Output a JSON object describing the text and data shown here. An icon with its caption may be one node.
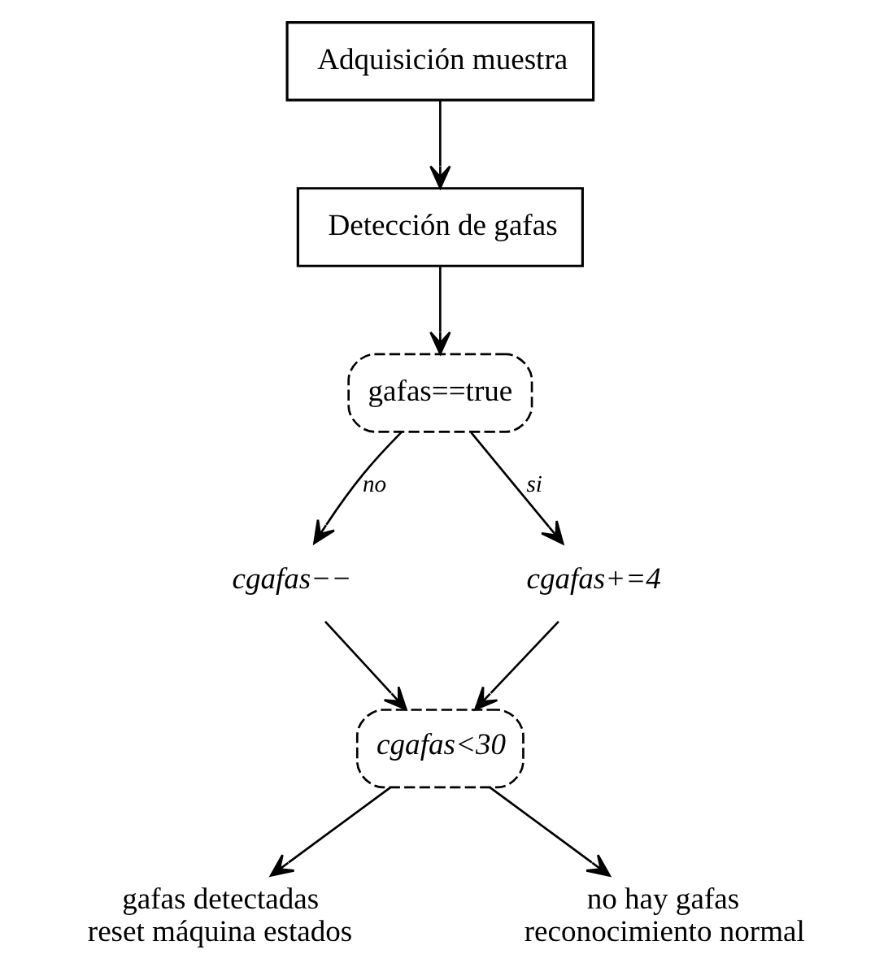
{
  "diagram": {
    "nodes": [
      {
        "text": [
          "Adquisición muestra"
        ]
      },
      {
        "text": [
          "Detección de gafas"
        ]
      },
      {
        "text": [
          "gafas==true"
        ]
      },
      {
        "text": [
          "cgafas−−"
        ]
      },
      {
        "text": [
          "cgafas+=4"
        ]
      },
      {
        "text": [
          "cgafas<30"
        ]
      },
      {
        "text": [
          "gafas detectadas reset máquina estados"
        ]
      },
      {
        "text": [
          "no hay gafas reconocimiento normal"
        ]
      }
    ],
    "edges": [
      {
        "from": 0,
        "to": 1,
        "arrow": "to"
      },
      {
        "from": 1,
        "to": 2,
        "arrow": "to"
      },
      {
        "from": 2,
        "to": 3,
        "arrow": "to",
        "label": "no"
      },
      {
        "from": 2,
        "to": 4,
        "arrow": "to",
        "label": "si"
      },
      {
        "from": 3,
        "to": 5,
        "arrow": "to"
      },
      {
        "from": 4,
        "to": 5,
        "arrow": "to"
      },
      {
        "from": 5,
        "to": 6,
        "arrow": "to"
      },
      {
        "from": 5,
        "to": 7,
        "arrow": "to"
      }
    ]
  }
}
